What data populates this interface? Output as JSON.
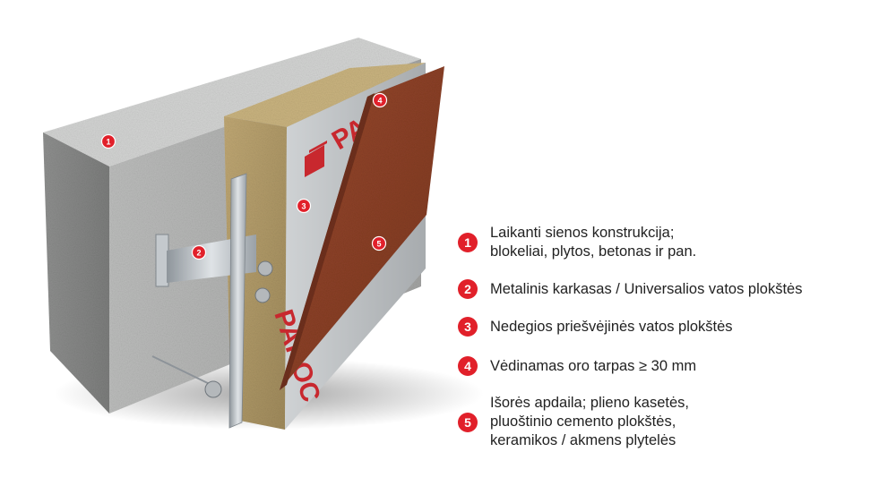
{
  "colors": {
    "accent": "#e1202a",
    "concrete": "#a9aaa9",
    "insulation": "#b39c6a",
    "membrane": "#b9bcbf",
    "cladding": "#8c4126",
    "bracket": "#b7bdc2"
  },
  "membrane_print": "PAROC",
  "markers": [
    {
      "num": "1"
    },
    {
      "num": "2"
    },
    {
      "num": "3"
    },
    {
      "num": "4"
    },
    {
      "num": "5"
    }
  ],
  "legend": [
    {
      "num": "1",
      "text": "Laikanti sienos konstrukcija;\nblokeliai, plytos, betonas ir pan."
    },
    {
      "num": "2",
      "text": "Metalinis karkasas / Universalios vatos plokštės"
    },
    {
      "num": "3",
      "text": "Nedegios priešvėjinės vatos plokštės"
    },
    {
      "num": "4",
      "text": "Vėdinamas oro tarpas ≥ 30 mm"
    },
    {
      "num": "5",
      "text": "Išorės apdaila; plieno kasetės,\npluoštinio cemento plokštės,\nkeramikos / akmens plytelės"
    }
  ]
}
